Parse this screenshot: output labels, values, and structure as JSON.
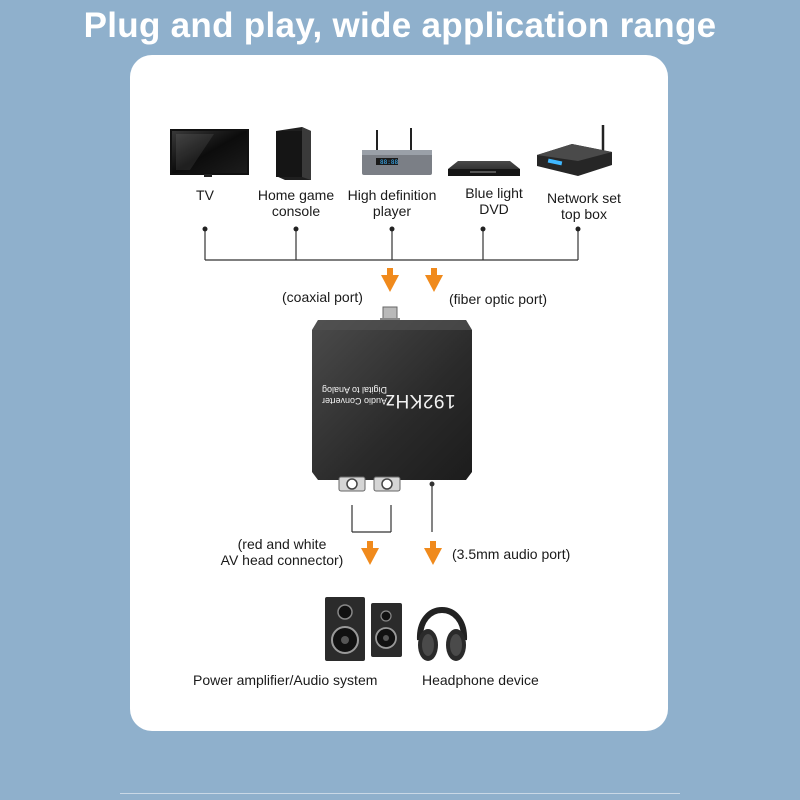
{
  "headline": "Plug and play, wide application range",
  "sources": [
    {
      "id": "tv",
      "line1": "TV",
      "line2": "",
      "icon": "tv-icon"
    },
    {
      "id": "game",
      "line1": "Home game",
      "line2": "console",
      "icon": "game-console-icon"
    },
    {
      "id": "hd",
      "line1": "High definition",
      "line2": "player",
      "icon": "hd-player-icon"
    },
    {
      "id": "dvd",
      "line1": "Blue light",
      "line2": "DVD",
      "icon": "dvd-player-icon"
    },
    {
      "id": "stb",
      "line1": "Network set",
      "line2": "top box",
      "icon": "set-top-box-icon"
    }
  ],
  "ports": {
    "coaxial": "(coaxial port)",
    "fiber": "(fiber optic port)",
    "rca_line1": "(red and white",
    "rca_line2": "AV head connector)",
    "aux": "(3.5mm audio port)"
  },
  "converter": {
    "model": "192KHz",
    "line1": "Digital to Analog",
    "line2": "Audio Converter"
  },
  "outputs": {
    "speakers": "Power amplifier/Audio system",
    "headphones": "Headphone device"
  },
  "colors": {
    "background": "#8fb0cc",
    "card": "#ffffff",
    "arrow": "#f08a1c",
    "device_dark": "#2b2b2b"
  }
}
